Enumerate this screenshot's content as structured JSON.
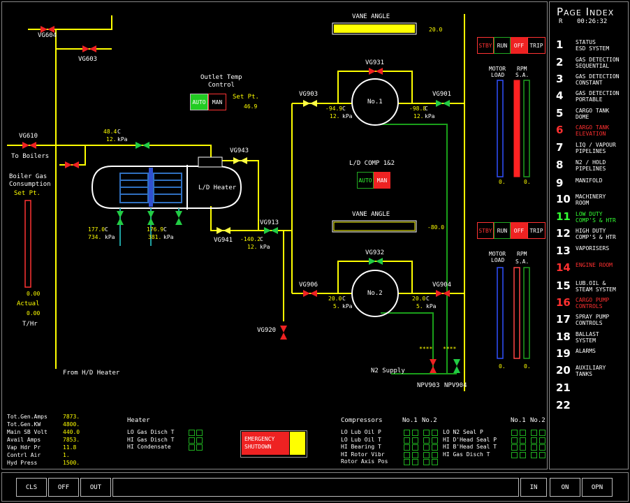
{
  "colors": {
    "line": "#ffff00",
    "pipe_green": "#1aa01a",
    "valve_open": "#22cc44",
    "valve_closed": "#ee2222",
    "run": "#22cc22",
    "off": "#ff2222"
  },
  "index": {
    "title": "Page Index",
    "mode": "R",
    "clock": "00:26:32",
    "items": [
      {
        "num": "1",
        "label": "STATUS\nESD SYSTEM",
        "color": "#ffffff"
      },
      {
        "num": "2",
        "label": "GAS DETECTION\nSEQUENTIAL",
        "color": "#ffffff"
      },
      {
        "num": "3",
        "label": "GAS DETECTION\nCONSTANT",
        "color": "#ffffff"
      },
      {
        "num": "4",
        "label": "GAS DETECTION\nPORTABLE",
        "color": "#ffffff"
      },
      {
        "num": "5",
        "label": "CARGO TANK\nDOME",
        "color": "#ffffff"
      },
      {
        "num": "6",
        "label": "CARGO TANK\nELEVATION",
        "color": "#ff3030"
      },
      {
        "num": "7",
        "label": "LIQ / VAPOUR\nPIPELINES",
        "color": "#ffffff"
      },
      {
        "num": "8",
        "label": "N2 / HOLD\nPIPELINES",
        "color": "#ffffff"
      },
      {
        "num": "9",
        "label": "MANIFOLD",
        "color": "#ffffff"
      },
      {
        "num": "10",
        "label": "MACHINERY\nROOM",
        "color": "#ffffff"
      },
      {
        "num": "11",
        "label": "LOW DUTY\nCOMP'S & HTR",
        "color": "#33ff33"
      },
      {
        "num": "12",
        "label": "HIGH DUTY\nCOMP'S & HTR",
        "color": "#ffffff"
      },
      {
        "num": "13",
        "label": "VAPORISERS",
        "color": "#ffffff"
      },
      {
        "num": "14",
        "label": "ENGINE ROOM",
        "color": "#ff3030"
      },
      {
        "num": "15",
        "label": "LUB.OIL &\nSTEAM SYSTEM",
        "color": "#ffffff"
      },
      {
        "num": "16",
        "label": "CARGO PUMP\nCONTROLS",
        "color": "#ff3030"
      },
      {
        "num": "17",
        "label": "SPRAY PUMP\nCONTROLS",
        "color": "#ffffff"
      },
      {
        "num": "18",
        "label": "BALLAST\nSYSTEM",
        "color": "#ffffff"
      },
      {
        "num": "19",
        "label": "ALARMS",
        "color": "#ffffff"
      },
      {
        "num": "20",
        "label": "AUXILIARY\nTANKS",
        "color": "#ffffff"
      },
      {
        "num": "21",
        "label": "",
        "color": "#ffffff"
      },
      {
        "num": "22",
        "label": "",
        "color": "#ffffff"
      }
    ]
  },
  "bottom_buttons": {
    "cls": "CLS",
    "off": "OFF",
    "out": "OUT",
    "in": "IN",
    "on": "ON",
    "opn": "OPN"
  },
  "valves": {
    "vg604": "VG604",
    "vg603": "VG603",
    "vg610": "VG610",
    "vg943": "VG943",
    "vg941": "VG941",
    "vg913": "VG913",
    "vg903": "VG903",
    "vg931": "VG931",
    "vg901": "VG901",
    "vg906": "VG906",
    "vg932": "VG932",
    "vg904": "VG904",
    "vg920": "VG920",
    "npv903": "NPV903",
    "npv904": "NPV904"
  },
  "labels": {
    "to_boilers": "To Boilers",
    "boiler_gas": "Boiler Gas",
    "consumption": "Consumption",
    "set_pt": "Set Pt.",
    "actual": "Actual",
    "t_hr": "T/Hr",
    "from_hd_heater": "From H/D Heater",
    "ld_heater": "L/D Heater",
    "outlet_temp": "Outlet Temp",
    "control": "Control",
    "ld_comp": "L/D COMP 1&2",
    "n2_supply": "N2 Supply",
    "vane_angle": "VANE ANGLE",
    "no1": "No.1",
    "no2": "No.2",
    "motor": "MOTOR",
    "load": "LOAD",
    "rpm": "RPM",
    "sa": "S.A."
  },
  "values": {
    "boiler_setpt": "0.00",
    "boiler_actual": "0.00",
    "outlet_setpt": "46.9",
    "vane1": "20.0",
    "vane2": "-80.0",
    "heater_in_temp": "48.4",
    "heater_in_press": "12.",
    "heater_a_temp": "177.0",
    "heater_a_press": "734.",
    "heater_b_temp": "176.9",
    "heater_b_press": "381.",
    "vg913_temp": "-140.2",
    "vg913_press": "12.",
    "c1_in_temp": "-94.9",
    "c1_in_press": "12.",
    "c1_out_temp": "-98.8",
    "c1_out_press": "12.",
    "c2_in_temp": "20.0",
    "c2_in_press": "5.",
    "c2_out_temp": "20.0",
    "c2_out_press": "5.",
    "m1_load": "0.",
    "m1_rpm": "0.",
    "m2_load": "0.",
    "m2_rpm": "0.",
    "npv903_val": "****",
    "npv904_val": "****",
    "unit_c": "C",
    "unit_kpa": "kPa"
  },
  "vane_position": {
    "c1": 1.0,
    "c2": 0.0
  },
  "modes": {
    "auto": "AUTO",
    "man": "MAN",
    "stby": "STBY",
    "run": "RUN",
    "off": "OFF",
    "trip": "TRIP"
  },
  "electrical": {
    "rows": [
      {
        "label": "Tot.Gen.Amps",
        "value": "7873."
      },
      {
        "label": "Tot.Gen.KW",
        "value": "4800."
      },
      {
        "label": "Main SB Volt",
        "value": "440.0"
      },
      {
        "label": "Avail Amps",
        "value": "7853."
      },
      {
        "label": "Vap Hdr Pr",
        "value": "11.8"
      },
      {
        "label": "Contrl Air",
        "value": "1."
      },
      {
        "label": "Hyd Press",
        "value": "1500."
      }
    ]
  },
  "heater_alarms": {
    "title": "Heater",
    "rows": [
      "LO Gas Disch T",
      "HI Gas Disch T",
      "HI Condensate"
    ]
  },
  "emergency": {
    "label1": "EMERGENCY",
    "label2": "SHUTDOWN"
  },
  "comp_alarms": {
    "title": "Compressors",
    "no1": "No.1",
    "no2": "No.2",
    "left": [
      "LO Lub Oil P",
      "LO Lub Oil T",
      "HI Bearing T",
      "HI Rotor Vibr",
      "Rotor Axis Pos"
    ],
    "right": [
      "LO N2 Seal P",
      "HI D'Head Seal P",
      "HI B'Head Seal T",
      "HI Gas Disch T"
    ]
  }
}
